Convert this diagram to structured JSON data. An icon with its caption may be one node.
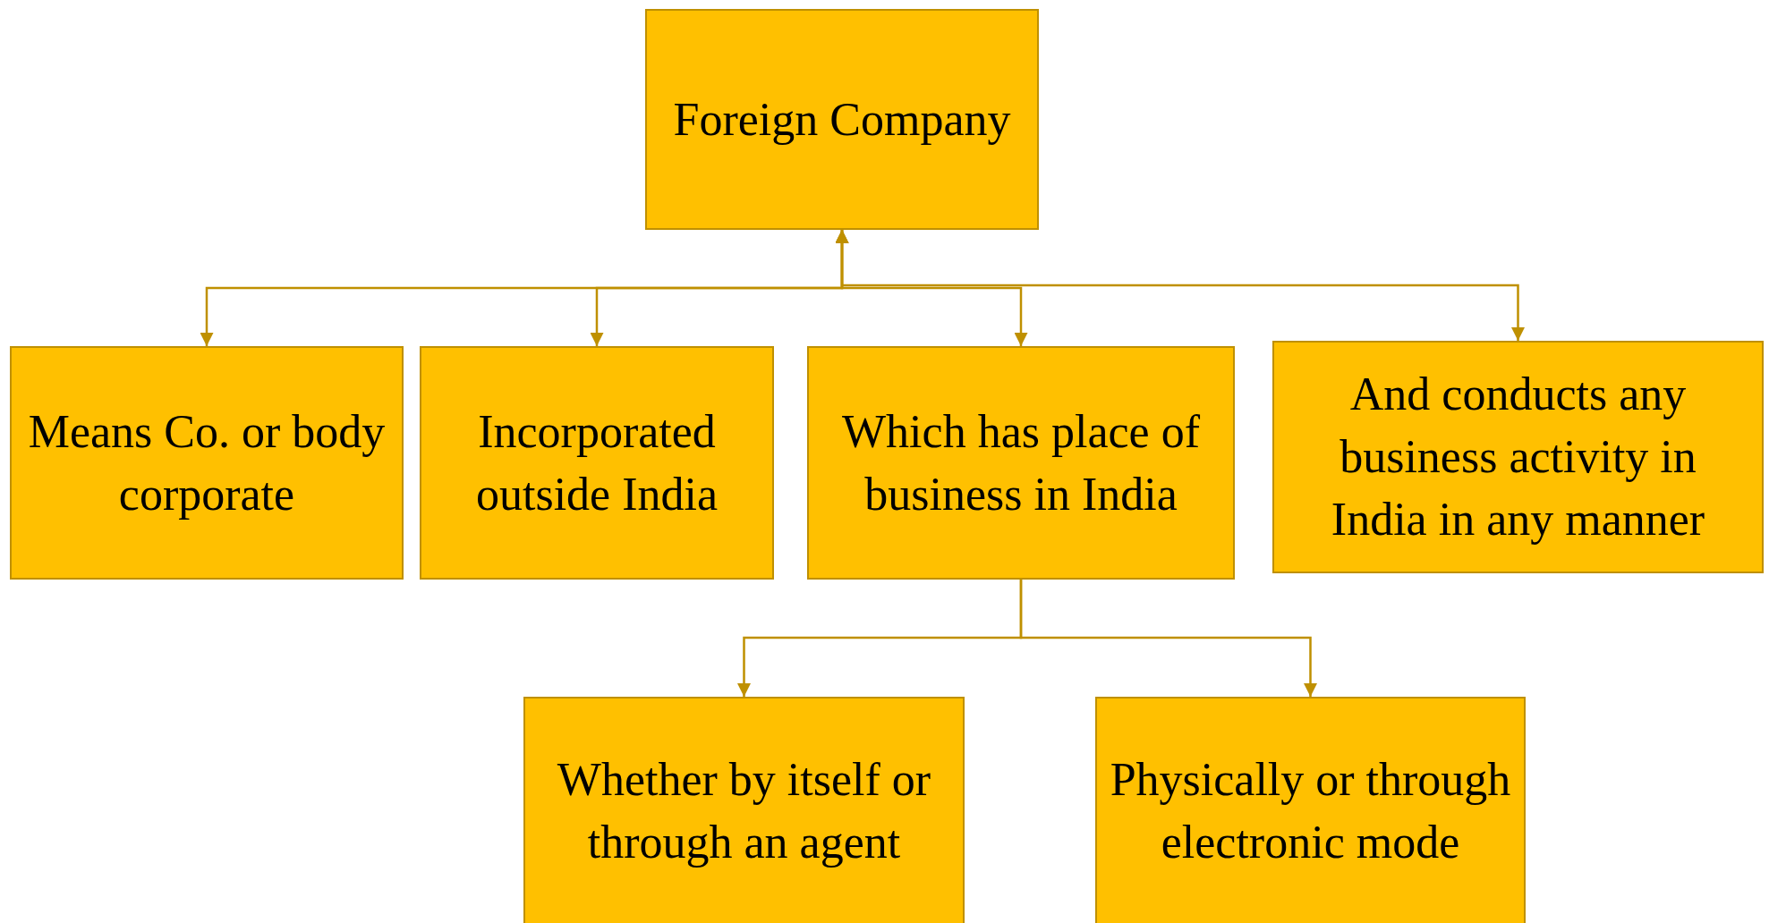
{
  "diagram": {
    "nodes": [
      {
        "text": [
          "Foreign Company"
        ]
      },
      {
        "text": [
          "Means Co. or body corporate"
        ]
      },
      {
        "text": [
          "Incorporated outside India"
        ]
      },
      {
        "text": [
          "Which has place of business in India"
        ]
      },
      {
        "text": [
          "And conducts any business activity in India in any manner"
        ]
      },
      {
        "text": [
          "Whether by itself or through an agent"
        ]
      },
      {
        "text": [
          "Physically or through electronic mode"
        ]
      }
    ],
    "edges": [
      {
        "from": 0,
        "to": 1,
        "arrow": "both"
      },
      {
        "from": 0,
        "to": 2,
        "arrow": "both"
      },
      {
        "from": 0,
        "to": 3,
        "arrow": "both"
      },
      {
        "from": 0,
        "to": 4,
        "arrow": "both"
      },
      {
        "from": 3,
        "to": 5,
        "arrow": "to"
      },
      {
        "from": 3,
        "to": 6,
        "arrow": "to"
      }
    ]
  }
}
